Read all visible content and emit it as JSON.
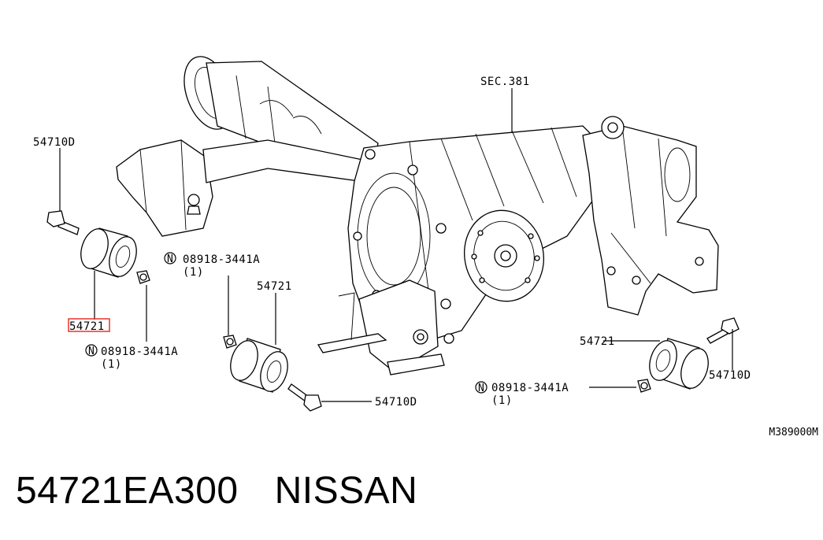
{
  "diagram": {
    "section_ref": "SEC.381",
    "bolt_label_top_left": "54710D",
    "bushing_label_left": "54721",
    "nut_label_left": "08918-3441A",
    "nut_qty_left": "(1)",
    "nut_label_center": "08918-3441A",
    "nut_qty_center": "(1)",
    "bushing_label_center": "54721",
    "bolt_label_center": "54710D",
    "bushing_label_right": "54721",
    "bolt_label_right": "54710D",
    "nut_label_right": "08918-3441A",
    "nut_qty_right": "(1)",
    "circle_n": "N",
    "drawing_code": "M389000M",
    "highlight_color": "#e8322b"
  },
  "caption": {
    "part_number": "54721EA300",
    "brand": "NISSAN"
  }
}
